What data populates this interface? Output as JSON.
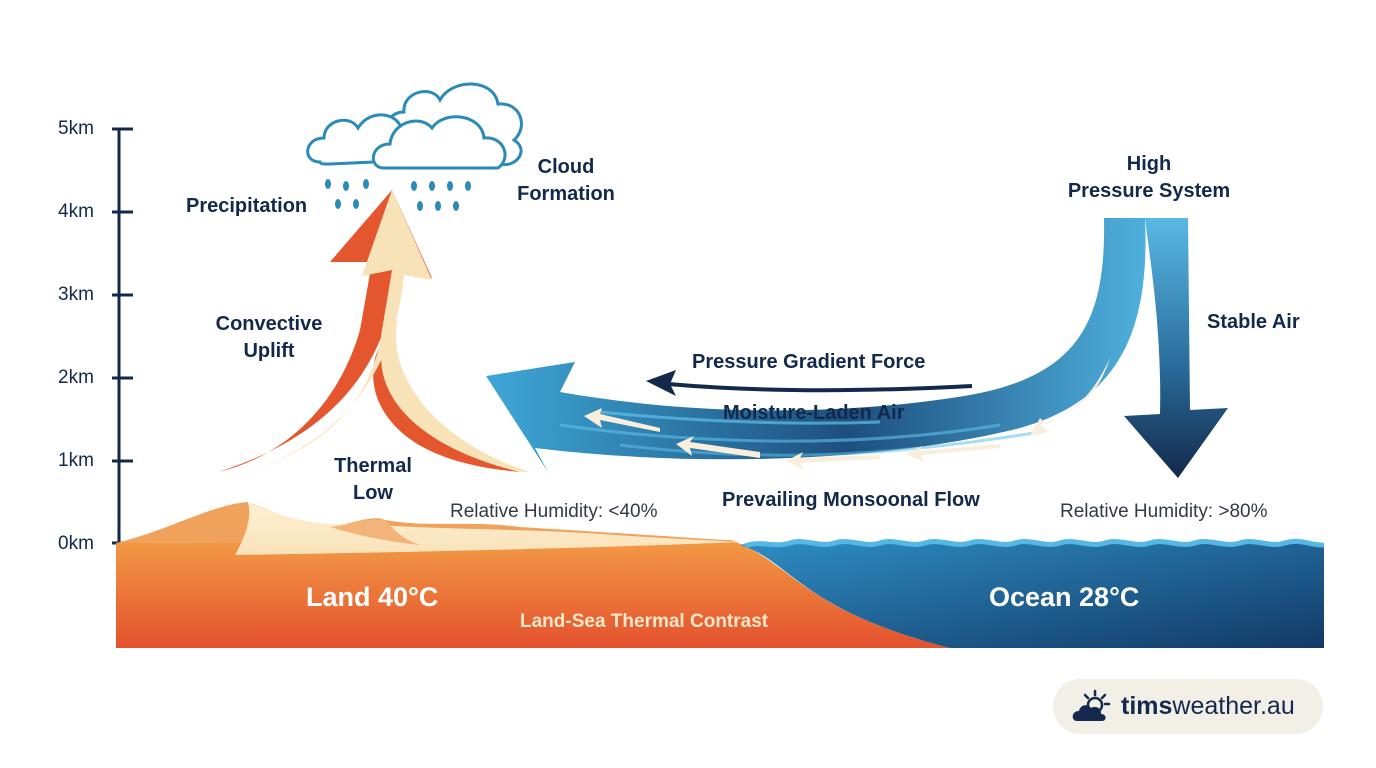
{
  "axis": {
    "ticks": [
      "5km",
      "4km",
      "3km",
      "2km",
      "1km",
      "0km"
    ]
  },
  "labels": {
    "precipitation": "Precipitation",
    "cloud_line1": "Cloud",
    "cloud_line2": "Formation",
    "convective_line1": "Convective",
    "convective_line2": "Uplift",
    "thermal_line1": "Thermal",
    "thermal_line2": "Low",
    "high_line1": "High",
    "high_line2": "Pressure System",
    "stable_air": "Stable Air",
    "pressure_gradient": "Pressure Gradient Force",
    "moisture_air": "Moisture-Laden Air",
    "monsoon_flow": "Prevailing Monsoonal Flow",
    "rh_land": "Relative Humidity: <40%",
    "rh_ocean": "Relative Humidity: >80%",
    "land": "Land 40°C",
    "ocean": "Ocean 28°C",
    "contrast": "Land-Sea Thermal Contrast"
  },
  "watermark": {
    "brand_bold": "tims",
    "brand_rest": "weather.au",
    "icon": "sun-cloud-icon"
  },
  "colors": {
    "navy": "#13294b",
    "land_orange": "#e4572e",
    "ocean_blue": "#2b8bc1",
    "cream": "#f8e2b8"
  }
}
